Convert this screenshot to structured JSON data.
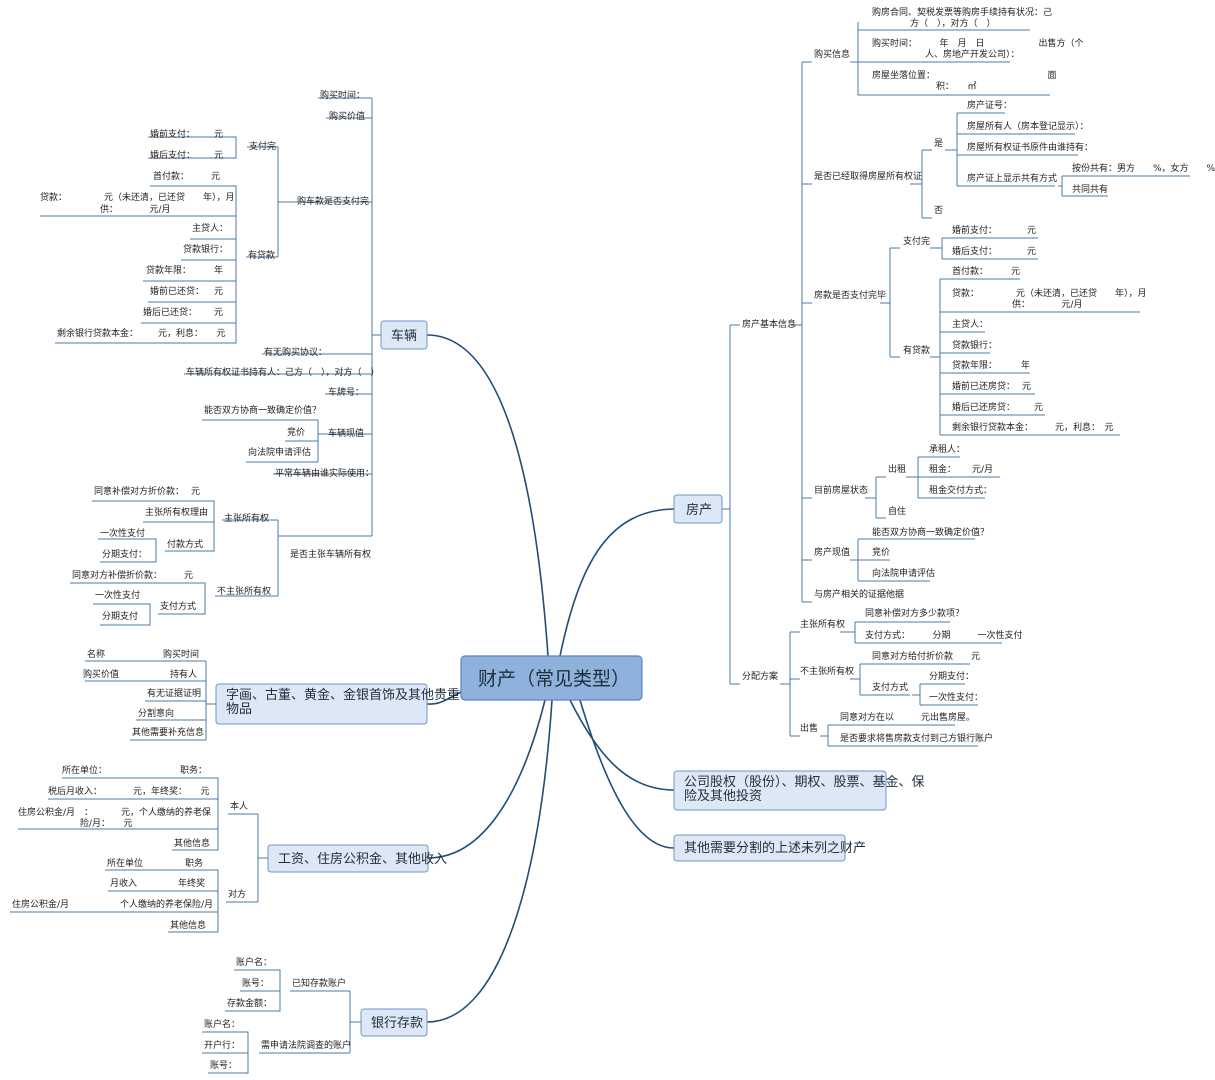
{
  "root": {
    "label": "财产（常见类型）"
  },
  "main": {
    "vehicle": "车辆",
    "house": "房产",
    "art": "字画、古董、黄金、金银首饰及其他贵重物品",
    "equity": "公司股权（股份）、期权、股票、基金、保险及其他投资",
    "other": "其他需要分割的上述未列之财产",
    "salary": "工资、住房公积金、其他收入",
    "bank": "银行存款"
  },
  "vehicle": {
    "purchase_time": "购买时间：",
    "purchase_price": "购买价值",
    "paid_off": "购车款是否支付完",
    "fully_paid": "支付完",
    "before_marriage_pay": "婚前支付：",
    "after_marriage_pay": "婚后支付：",
    "yuan": "元",
    "has_loan": "有贷款",
    "down_payment": "首付款：",
    "loan": "贷款：",
    "loan_detail_1": "元（未还清，已还贷　　年），月",
    "loan_detail_2": "供：　　　　元/月",
    "borrower": "主贷人：",
    "loan_bank": "贷款银行：",
    "loan_term": "贷款年限：",
    "year": "年",
    "premarital_repaid": "婚前已还贷：",
    "postmarital_repaid": "婚后已还贷：",
    "remaining": "剩余银行贷款本金：",
    "remaining_detail": "元，利息：　　元",
    "agreement": "有无购买协议：",
    "cert_holder": "车辆所有权证书持有人：己方（　），对方（　）",
    "plate": "车牌号：",
    "current_value": "车辆现值",
    "agree_value": "能否双方协商一致确定价值？",
    "bid": "竞价",
    "court_eval": "向法院申请评估",
    "daily_user": "平常车辆由谁实际使用：",
    "claim_ownership": "是否主张车辆所有权",
    "claim": "主张所有权",
    "compensate": "同意补偿对方折价款：",
    "claim_reason": "主张所有权理由",
    "pay_method": "付款方式",
    "lump_sum": "一次性支付",
    "installment": "分期支付：",
    "no_claim": "不主张所有权",
    "receive_comp": "同意对方补偿折价款：",
    "pay_method2": "支付方式",
    "lump_sum2": "一次性支付",
    "installment2": "分期支付"
  },
  "house": {
    "basic_info": "房产基本信息",
    "purchase_info": "购买信息",
    "contract": "购房合同、契税发票等购房手续持有状况：己",
    "contract_2": "方（　），对方（　）",
    "buy_time": "购买时间：　　　年　月　日　　　　　　出售方（个",
    "buy_time_2": "人、房地产开发公司）：",
    "location": "房屋坐落位置：　　　　　　　　　　　　　面",
    "location_2": "积：　　㎡",
    "has_cert": "是否已经取得房屋所有权证",
    "yes": "是",
    "no": "否",
    "cert_no": "房产证号：",
    "owner": "房屋所有人（房本登记显示）：",
    "original_holder": "房屋所有权证书原件由谁持有：",
    "cert_shows": "房产证上显示共有方式",
    "share": "按份共有：男方　　%，女方　　%",
    "joint": "共同共有",
    "paid_off": "房款是否支付完毕",
    "fully_paid": "支付完",
    "before_marriage_pay": "婚前支付：",
    "after_marriage_pay": "婚后支付：",
    "yuan": "元",
    "has_loan": "有贷款",
    "down_payment": "首付款：",
    "loan": "贷款：",
    "loan_detail_1": "元（未还清，已还贷　　年），月",
    "loan_detail_2": "供：　　　　元/月",
    "borrower": "主贷人：",
    "loan_bank": "贷款银行：",
    "loan_term": "贷款年限：",
    "year": "年",
    "premarital_repaid": "婚前已还房贷：",
    "postmarital_repaid": "婚后已还房贷：",
    "remaining": "剩余银行贷款本金：",
    "remaining_detail": "元，利息：　元",
    "status": "目前房屋状态",
    "rent_out": "出租",
    "tenant": "承租人：",
    "rent": "租金：",
    "rent_unit": "元/月",
    "rent_pay": "租金交付方式：",
    "self_use": "自住",
    "current_value": "房产现值",
    "agree_value": "能否双方协商一致确定价值？",
    "bid": "竞价",
    "court_eval": "向法院申请评估",
    "evidence": "与房产相关的证据他据",
    "division": "分配方案",
    "claim": "主张所有权",
    "compensate_q": "同意补偿对方多少款项？",
    "pay_method": "支付方式：　　　分期　　　一次性支付",
    "no_claim": "不主张所有权",
    "receive_comp": "同意对方给付折价款　　元",
    "pay_method2": "支付方式",
    "installment": "分期支付：",
    "lump_sum": "一次性支付：",
    "sell": "出售",
    "sell_price": "同意对方在以　　　元出售房屋。",
    "sell_account": "是否要求将售房款支付到己方银行账户"
  },
  "art": {
    "name": "名称",
    "purchase_time": "购买时间",
    "purchase_price": "购买价值",
    "holder": "持有人",
    "proof": "有无证据证明",
    "intent": "分割意向",
    "extra": "其他需要补充信息"
  },
  "salary": {
    "self": "本人",
    "employer": "所在单位：",
    "position": "职务：",
    "after_tax": "税后月收入：",
    "after_tax_detail": "元，年终奖：　　元",
    "fund": "住房公积金/月　：",
    "fund_detail": "元，个人缴纳的养老保",
    "fund_detail_2": "险/月：　　元",
    "other_info": "其他信息",
    "other_party": "对方",
    "op_employer": "所在单位",
    "op_position": "职务",
    "op_monthly": "月收入",
    "op_bonus": "年终奖",
    "op_fund": "住房公积金/月",
    "op_pension": "个人缴纳的养老保险/月",
    "op_other": "其他信息"
  },
  "bank": {
    "known": "已知存款账户",
    "account_name": "账户名：",
    "account_no": "账号：",
    "balance": "存款金额：",
    "court_query": "需申请法院调查的账户",
    "account_name2": "账户名：",
    "opening_bank": "开户行：",
    "account_no2": "账号："
  }
}
